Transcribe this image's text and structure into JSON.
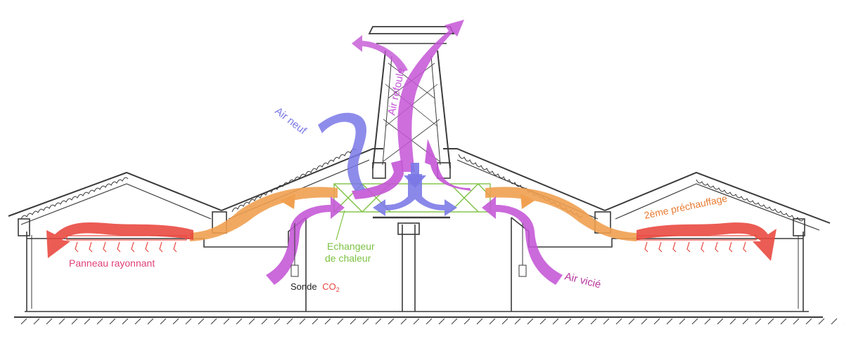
{
  "labels": {
    "air_refoule": "Air refoulé",
    "air_neuf": "Air neuf",
    "panneau_rayonnant": "Panneau rayonnant",
    "echangeur_line1": "Echangeur",
    "echangeur_line2": "de chaleur",
    "sonde": "Sonde",
    "co2": "CO",
    "co2_sub": "2",
    "air_vicie": "Air vicié",
    "prechauffage": "2ème préchauffage"
  },
  "colors": {
    "sketch": "#3a3a3a",
    "exhaust_air": "#c455d6",
    "fresh_air": "#7a78e6",
    "warm_air": "#f0a050",
    "hot_air": "#e8453c",
    "exchanger": "#7dc242",
    "panel_label": "#e0407a",
    "sonde_co2": "#e8453c",
    "air_vicie_label": "#b8389e",
    "prechauffage_label": "#e87a30"
  }
}
